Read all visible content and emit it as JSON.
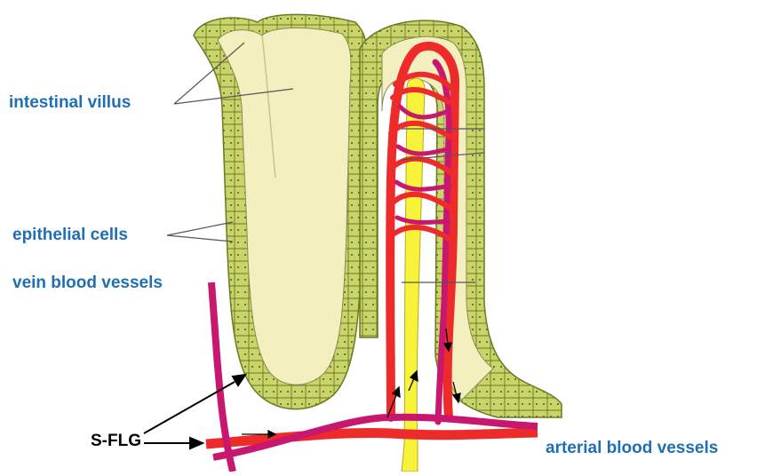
{
  "labels": {
    "intestinal_villus": "intestinal villus",
    "epithelial_cells": "epithelial cells",
    "vein_blood_vessels": "vein blood vessels",
    "s_flg": "S-FLG",
    "arterial_blood_vessels": "arterial blood vessels"
  },
  "colors": {
    "label_blue": "#1f6fb5",
    "label_black": "#000000",
    "villus_fill": "#f4efbf",
    "epithelium_fill": "#c9d46a",
    "epithelium_stroke": "#6b7a20",
    "artery": "#ee2b2b",
    "vein": "#c8176e",
    "lacteal": "#f7f23a",
    "pointer_line": "#555555"
  }
}
